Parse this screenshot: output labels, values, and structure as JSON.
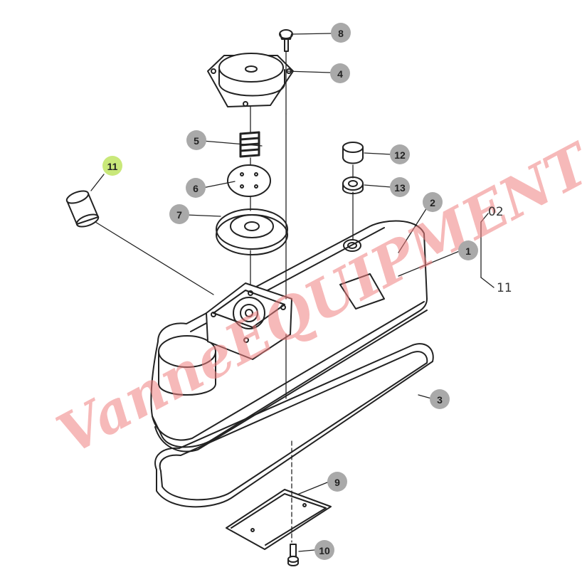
{
  "diagram": {
    "callouts": [
      {
        "id": "8",
        "label": "8",
        "color": "#a9a9a9"
      },
      {
        "id": "4",
        "label": "4",
        "color": "#a9a9a9"
      },
      {
        "id": "5",
        "label": "5",
        "color": "#a9a9a9"
      },
      {
        "id": "6",
        "label": "6",
        "color": "#a9a9a9"
      },
      {
        "id": "7",
        "label": "7",
        "color": "#a9a9a9"
      },
      {
        "id": "11",
        "label": "11",
        "color": "#c9e87a"
      },
      {
        "id": "12",
        "label": "12",
        "color": "#a9a9a9"
      },
      {
        "id": "13",
        "label": "13",
        "color": "#a9a9a9"
      },
      {
        "id": "2",
        "label": "2",
        "color": "#a9a9a9"
      },
      {
        "id": "1",
        "label": "1",
        "color": "#a9a9a9"
      },
      {
        "id": "3",
        "label": "3",
        "color": "#a9a9a9"
      },
      {
        "id": "9",
        "label": "9",
        "color": "#a9a9a9"
      },
      {
        "id": "10",
        "label": "10",
        "color": "#a9a9a9"
      }
    ],
    "side_refs": [
      {
        "id": "ref-02",
        "label": "02"
      },
      {
        "id": "ref-11",
        "label": "11"
      }
    ],
    "watermark": {
      "text": "VanneEQUIPMENT",
      "color": "#f08080"
    },
    "colors": {
      "line": "#222222",
      "highlight": "#c9e87a",
      "callout": "#a9a9a9"
    }
  }
}
